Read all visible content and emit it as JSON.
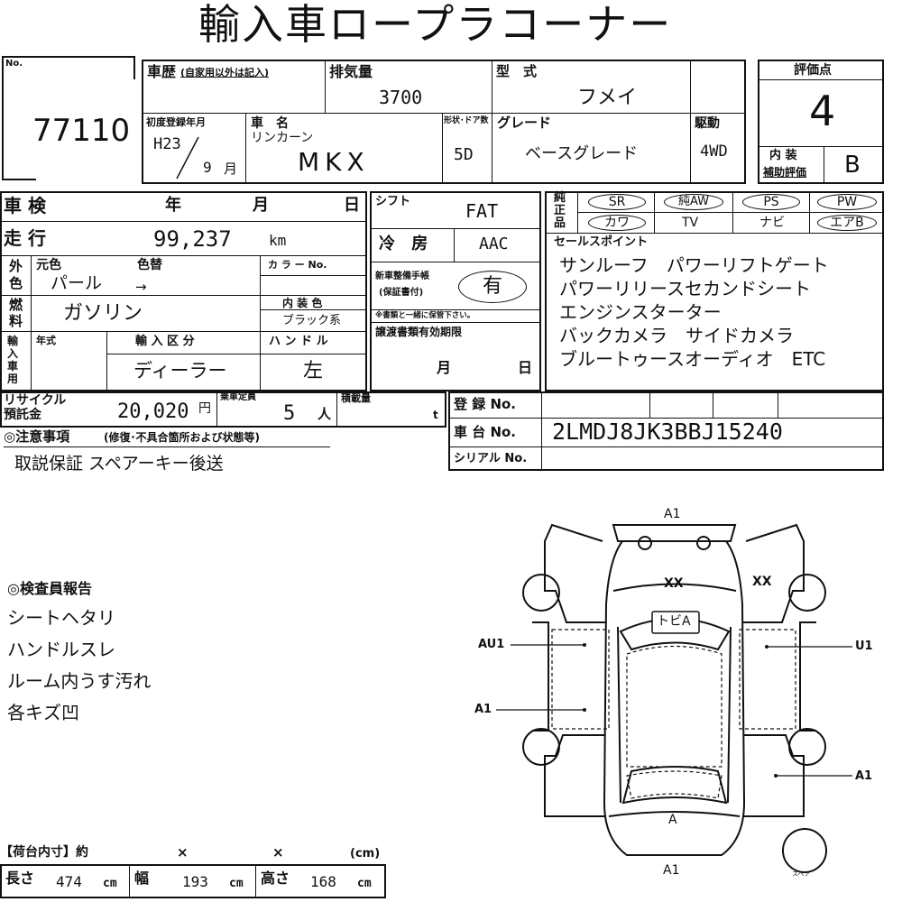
{
  "title": "輸入車ロープラコーナー",
  "lot": {
    "label": "No.",
    "value": "77110"
  },
  "history": {
    "label": "車歴",
    "note": "(自家用以外は記入)"
  },
  "displacement": {
    "label": "排気量",
    "value": "3700"
  },
  "model": {
    "label": "型　式",
    "value": "フメイ"
  },
  "score": {
    "label": "評価点",
    "value": "4",
    "interior_label1": "内 装",
    "interior_label2": "補助評価",
    "interior_value": "B"
  },
  "first_reg": {
    "label": "初度登録年月",
    "year": "H23",
    "month": "9",
    "month_unit": "月"
  },
  "name": {
    "label": "車　名",
    "maker": "リンカーン",
    "value": "MKX"
  },
  "doors": {
    "label": "形状･ドア数",
    "value": "5D"
  },
  "grade": {
    "label": "グレード",
    "value": "ベースグレード"
  },
  "drive": {
    "label": "駆動",
    "value": "4WD"
  },
  "inspection": {
    "label": "車 検",
    "y": "年",
    "m": "月",
    "d": "日"
  },
  "mileage": {
    "label": "走 行",
    "value": "99,237",
    "unit": "km"
  },
  "shift": {
    "label": "シフト",
    "value": "FAT"
  },
  "ac": {
    "label": "冷 房",
    "value": "AAC"
  },
  "color": {
    "label1": "外",
    "label2": "色",
    "orig_label": "元色",
    "change_label": "色替",
    "code_label": "カ ラ ー No.",
    "orig": "パール",
    "change": "→"
  },
  "fuel": {
    "label1": "燃",
    "label2": "料",
    "value": "ガソリン",
    "interior_label": "内 装 色",
    "interior_value": "ブラック系"
  },
  "warranty": {
    "label1": "新車整備手帳",
    "label2": "(保証書付)",
    "value": "有",
    "note": "※書類と一緒に保管下さい。"
  },
  "import": {
    "label": "輸入車用",
    "year_label": "年式",
    "type_label": "輸 入 区 分",
    "type_value": "ディーラー",
    "handle_label": "ハ ン ド ル",
    "handle_value": "左"
  },
  "transfer": {
    "label": "譲渡書類有効期限",
    "m": "月",
    "d": "日"
  },
  "equipment": {
    "label": "純正品",
    "items": [
      {
        "text": "SR",
        "circled": true
      },
      {
        "text": "純AW",
        "circled": true
      },
      {
        "text": "PS",
        "circled": true
      },
      {
        "text": "PW",
        "circled": true
      },
      {
        "text": "カワ",
        "circled": true
      },
      {
        "text": "TV",
        "circled": false
      },
      {
        "text": "ナビ",
        "circled": false
      },
      {
        "text": "エアB",
        "circled": true
      }
    ]
  },
  "sales_points": {
    "label": "セールスポイント",
    "lines": [
      "サンルーフ　パワーリフトゲート",
      "パワーリリースセカンドシート",
      "エンジンスターター",
      "バックカメラ　サイドカメラ",
      "ブルートゥースオーディオ　ETC"
    ]
  },
  "recycle": {
    "label1": "リサイクル",
    "label2": "預託金",
    "value": "20,020",
    "unit": "円"
  },
  "capacity": {
    "label": "乗車定員",
    "value": "5",
    "unit": "人"
  },
  "load": {
    "label": "積載量",
    "unit": "t"
  },
  "registration": {
    "label": "登 録 No."
  },
  "chassis": {
    "label": "車 台 No.",
    "value": "2LMDJ8JK3BBJ15240"
  },
  "serial": {
    "label": "シリアル No."
  },
  "notes": {
    "label": "◎注意事項",
    "sub": "(修復･不具合箇所および状態等)",
    "value": "取説保証 スペアーキー後送"
  },
  "inspector": {
    "label": "◎検査員報告",
    "lines": [
      "シートヘタリ",
      "ハンドルスレ",
      "ルーム内うす汚れ",
      "各キズ凹"
    ]
  },
  "cargo": {
    "label": "【荷台内寸】約",
    "x1": "×",
    "x2": "×",
    "unit": "(cm)",
    "length_label": "長さ",
    "length": "474",
    "width_label": "幅",
    "width": "193",
    "height_label": "高さ",
    "height": "168",
    "cm": "cm"
  },
  "diagram": {
    "front": "A1",
    "hood": "XX",
    "fender_right": "XX",
    "roof": "トビA",
    "left_front": "AU1",
    "right_front": "U1",
    "left_rear": "A1",
    "right_rear": "A1",
    "rear": "A",
    "rear_bottom": "A1",
    "spare": "スペア"
  }
}
